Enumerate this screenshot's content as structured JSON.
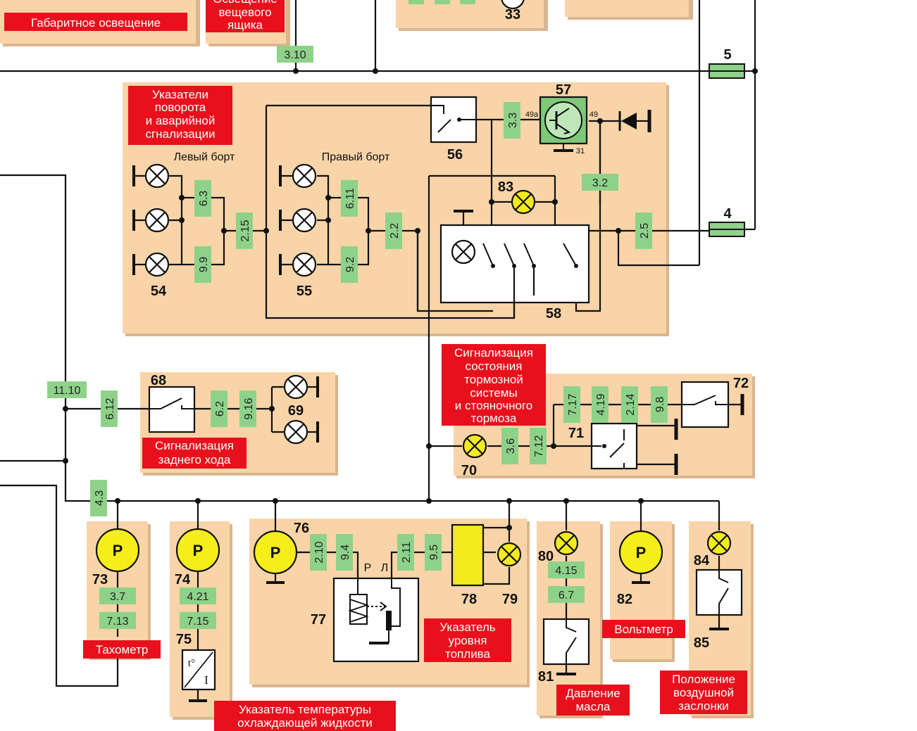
{
  "captions": {
    "gabarit": "Габаритное освещение",
    "glovebox": [
      "Освещение",
      "вещевого",
      "ящика"
    ],
    "turn": [
      "Указатели",
      "поворота",
      "и аварийной",
      "сгнализации"
    ],
    "brake": [
      "Сигнализация",
      "состояния",
      "тормозной",
      "системы",
      "и стояночного",
      "тормоза"
    ],
    "reverse": [
      "Сигнализация",
      "заднего хода"
    ],
    "tacho": "Тахометр",
    "temp": [
      "Указатель температуры",
      "охлаждающей жидкости"
    ],
    "fuel": [
      "Указатель",
      "уровня",
      "топлива"
    ],
    "volt": "Вольтметр",
    "oil": [
      "Давление",
      "масла"
    ],
    "choke": [
      "Положение",
      "воздушной",
      "заслонки"
    ]
  },
  "side_labels": {
    "left": "Левый борт",
    "right": "Правый борт"
  },
  "fuses": {
    "f5": "5",
    "f4": "4"
  },
  "components": {
    "c33": "33",
    "c54": "54",
    "c55": "55",
    "c56": "56",
    "c57": "57",
    "c58": "58",
    "c68": "68",
    "c69": "69",
    "c70": "70",
    "c71": "71",
    "c72": "72",
    "c73": "73",
    "c74": "74",
    "c75": "75",
    "c76": "76",
    "c77": "77",
    "c78": "78",
    "c79": "79",
    "c80": "80",
    "c81": "81",
    "c82": "82",
    "c83": "83",
    "c84": "84",
    "c85": "85"
  },
  "pins": {
    "p49a": "49a",
    "p49": "49",
    "p31": "31",
    "pR": "Р",
    "pL": "Л"
  },
  "gauge_symbol": "P",
  "temp_symbol_t": "t°",
  "temp_symbol_i": "I",
  "wire_labels": {
    "w3_10": "3.10",
    "w6_3": "6.3",
    "w9_9": "9.9",
    "w2_15": "2.15",
    "w6_11": "6.11",
    "w9_2": "9.2",
    "w2_2": "2.2",
    "w3_3": "3.3",
    "w3_2": "3.2",
    "w2_5": "2.5",
    "w11_10": "11.10",
    "w6_12": "6.12",
    "w6_2": "6.2",
    "w9_16": "9.16",
    "w7_17": "7.17",
    "w4_19": "4.19",
    "w2_14": "2.14",
    "w9_8": "9.8",
    "w3_6": "3.6",
    "w7_12": "7.12",
    "w4_3": "4.3",
    "w3_7": "3.7",
    "w7_13": "7.13",
    "w4_21": "4.21",
    "w7_15": "7.15",
    "w2_10": "2.10",
    "w9_4": "9.4",
    "w2_11": "2.11",
    "w9_5": "9.5",
    "w4_15": "4.15",
    "w6_7": "6.7"
  },
  "colors": {
    "panel": "#f8d4a8",
    "label_green": "#8ed28a",
    "caption_red": "#e8101c",
    "lamp_yellow": "#f3ea1e"
  }
}
